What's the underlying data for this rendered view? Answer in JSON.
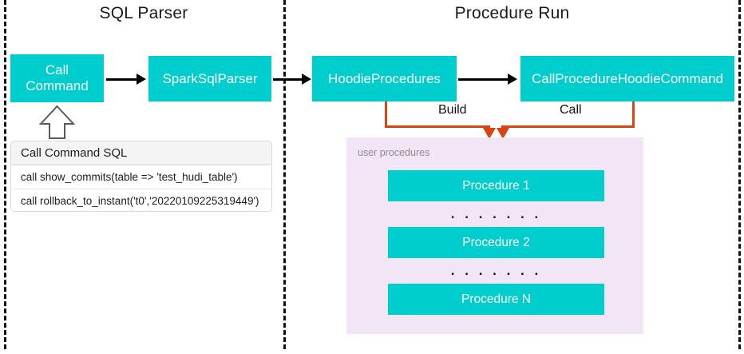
{
  "sections": [
    {
      "title": "SQL Parser"
    },
    {
      "title": "Procedure Run"
    }
  ],
  "nodes": {
    "call_command": "Call\nCommand",
    "call_command_line1": "Call",
    "call_command_line2": "Command",
    "spark_sql_parser": "SparkSqlParser",
    "hoodie_procedures": "HoodieProcedures",
    "call_procedure_hoodie_command": "CallProcedureHoodieCommand"
  },
  "edge_labels": {
    "build": "Build",
    "call": "Call"
  },
  "sql_card": {
    "header": "Call Command SQL",
    "rows": [
      "call show_commits(table => 'test_hudi_table')",
      "call rollback_to_instant('t0','20220109225319449')"
    ]
  },
  "user_procedures": {
    "caption": "user procedures",
    "items": [
      "Procedure 1",
      "Procedure 2",
      "Procedure N"
    ],
    "ellipsis": ". . . . . . ."
  },
  "colors": {
    "teal": "#00CDCD",
    "orange": "#D94413",
    "purple_panel": "#F2E5F5",
    "divider": "#111111",
    "card_header_bg": "#F4F4F4"
  }
}
